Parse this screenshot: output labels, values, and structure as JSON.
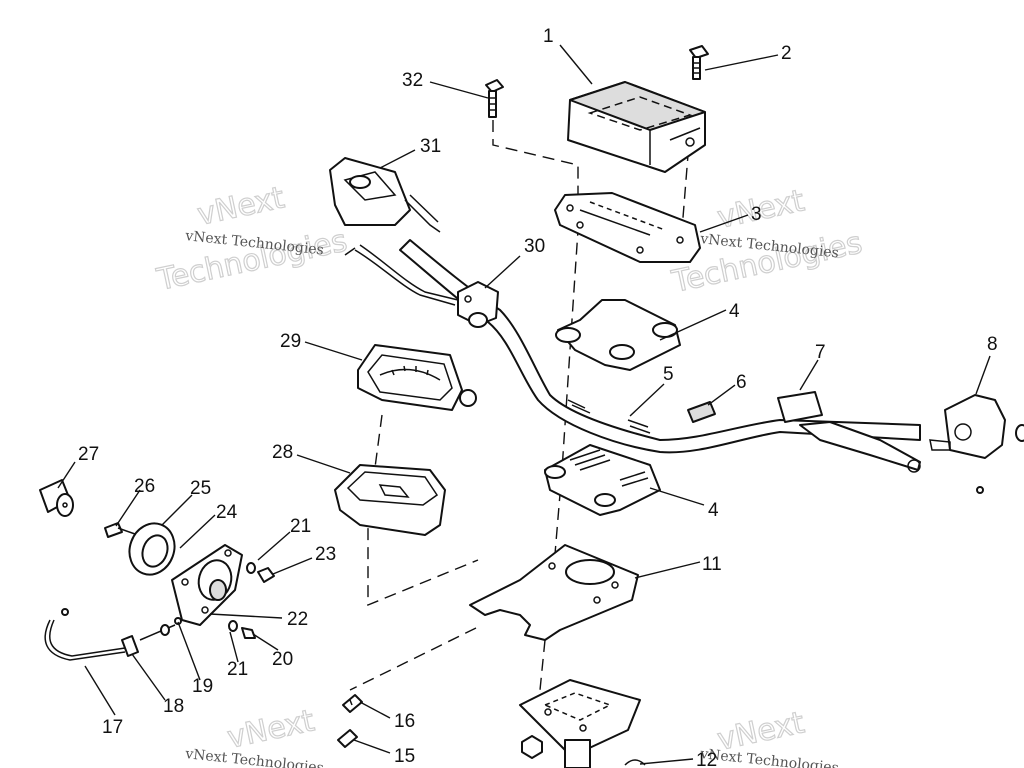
{
  "watermark": {
    "line1": "vNext Technologies",
    "line2": "vNext",
    "line3": "Technologies"
  },
  "callouts": {
    "c1": "1",
    "c2": "2",
    "c3": "3",
    "c4a": "4",
    "c4b": "4",
    "c5": "5",
    "c6": "6",
    "c7": "7",
    "c8": "8",
    "c11": "11",
    "c12": "12",
    "c15": "15",
    "c16": "16",
    "c17": "17",
    "c18": "18",
    "c19": "19",
    "c20": "20",
    "c21a": "21",
    "c21b": "21",
    "c22": "22",
    "c23": "23",
    "c24": "24",
    "c25": "25",
    "c26": "26",
    "c27": "27",
    "c28": "28",
    "c29": "29",
    "c30": "30",
    "c31": "31",
    "c32": "32"
  }
}
